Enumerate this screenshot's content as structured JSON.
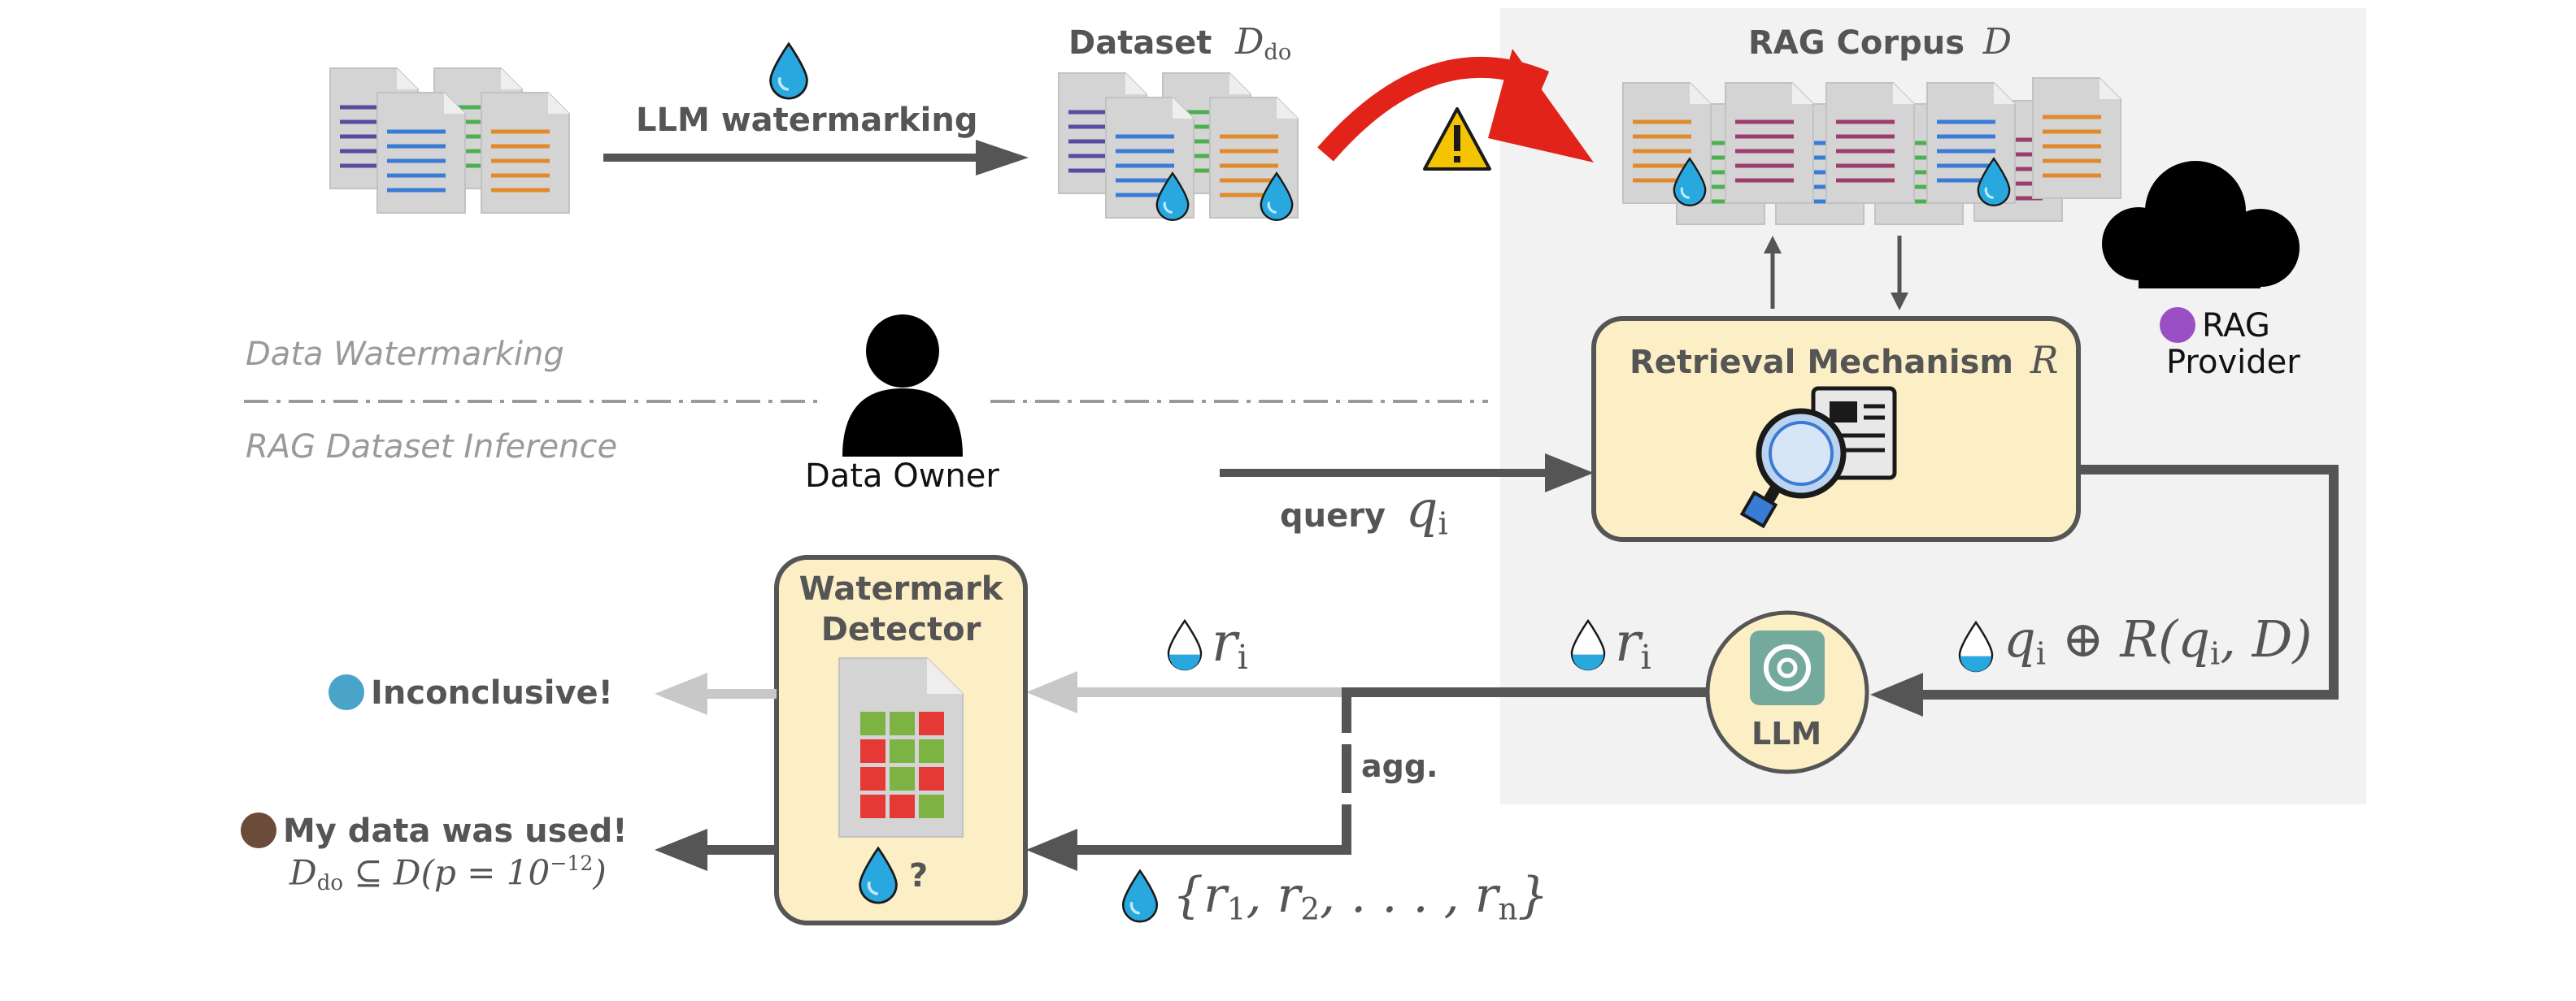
{
  "top": {
    "watermark_step": "LLM watermarking",
    "dataset_label": "Dataset",
    "dataset_symbol": "D",
    "dataset_symbol_sub": "do",
    "corpus_label": "RAG Corpus",
    "corpus_symbol": "D"
  },
  "provider": {
    "label_line1": "RAG",
    "label_line2": "Provider",
    "retrieval_label": "Retrieval Mechanism",
    "retrieval_symbol": "R",
    "llm_label": "LLM"
  },
  "sections": {
    "upper": "Data Watermarking",
    "lower": "RAG Dataset Inference"
  },
  "owner": {
    "label": "Data Owner"
  },
  "flow": {
    "query_word": "query",
    "query_var": "q",
    "query_sub": "i",
    "response_var": "r",
    "response_sub": "i",
    "llm_input": "q",
    "llm_input_sub": "i",
    "llm_input_rest": " ⊕ R(q",
    "llm_input_sub2": "i",
    "llm_input_end": ", D)",
    "agg": "agg.",
    "set_label": "{r",
    "set_sub1": "1",
    "set_mid1": ", r",
    "set_sub2": "2",
    "set_mid2": ", . . . , r",
    "set_sub3": "n",
    "set_end": "}"
  },
  "detector": {
    "title_line1": "Watermark",
    "title_line2": "Detector",
    "question": "?"
  },
  "outcomes": {
    "inconclusive": "Inconclusive!",
    "used": "My data was used!",
    "formula_a": "D",
    "formula_a_sub": "do",
    "formula_b": " ⊆ D(p = 10",
    "formula_exp": "−12",
    "formula_end": ")"
  },
  "colors": {
    "panel": "#f2f2f2",
    "box_fill": "#fcefc6",
    "arrow_dark": "#555555",
    "arrow_light": "#c8c8c8",
    "red_arrow": "#e2231a",
    "warning": "#f5c400",
    "drop": "#29a8e0",
    "llm_icon": "#74aa9c",
    "doc_lines": [
      "#5a4aa0",
      "#3a7bd5",
      "#4caf50",
      "#e08a2c",
      "#9c3d6e"
    ],
    "grid_green": "#7cb342",
    "grid_red": "#e53935"
  },
  "icons": [
    "water-drop-icon",
    "warning-icon",
    "cloud-icon",
    "devil-emoji-icon",
    "person-icon",
    "magnifier-document-icon",
    "openai-icon",
    "shrug-emoji-icon",
    "judge-emoji-icon",
    "document-icon"
  ]
}
